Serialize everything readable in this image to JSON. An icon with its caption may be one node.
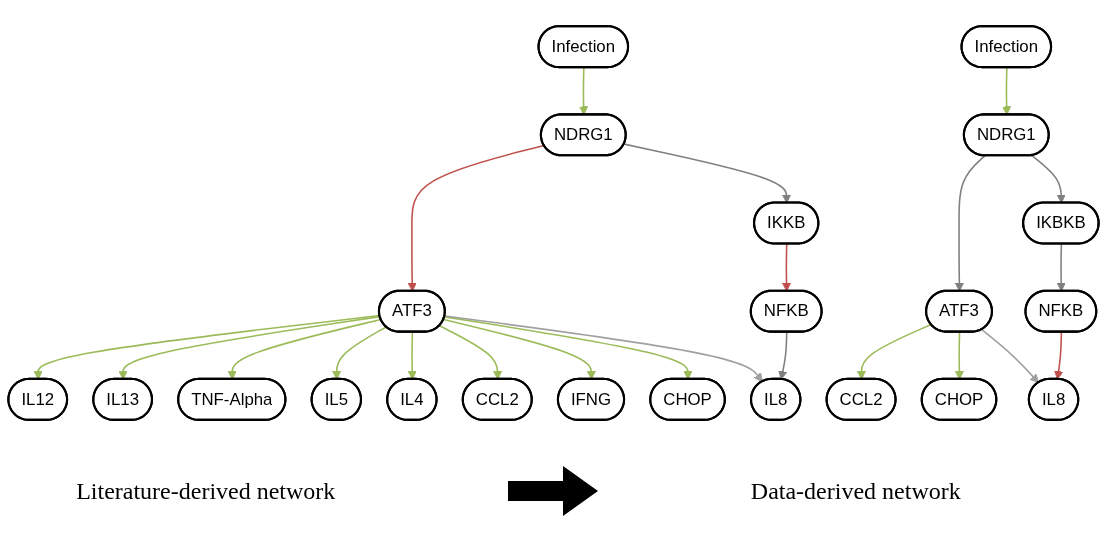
{
  "diagram": {
    "nodes": [
      {
        "text": [
          "Infection"
        ]
      },
      {
        "text": [
          "NDRG1"
        ]
      },
      {
        "text": [
          "ATF3"
        ]
      },
      {
        "text": [
          "IKKB"
        ]
      },
      {
        "text": [
          "NFKB"
        ]
      },
      {
        "text": [
          "IL8"
        ]
      },
      {
        "text": [
          "IL12"
        ]
      },
      {
        "text": [
          "IL13"
        ]
      },
      {
        "text": [
          "TNF-Alpha"
        ]
      },
      {
        "text": [
          "IL5"
        ]
      },
      {
        "text": [
          "IL4"
        ]
      },
      {
        "text": [
          "CCL2"
        ]
      },
      {
        "text": [
          "IFNG"
        ]
      },
      {
        "text": [
          "CHOP"
        ]
      },
      {
        "text": [
          "Infection"
        ]
      },
      {
        "text": [
          "NDRG1"
        ]
      },
      {
        "text": [
          "ATF3"
        ]
      },
      {
        "text": [
          "IKBKB"
        ]
      },
      {
        "text": [
          "CCL2"
        ]
      },
      {
        "text": [
          "CHOP"
        ]
      },
      {
        "text": [
          "IL8"
        ]
      },
      {
        "text": [
          "NFKB"
        ]
      }
    ],
    "edges": [
      {
        "from": 0,
        "to": 1,
        "arrow": "to"
      },
      {
        "from": 1,
        "to": 2,
        "arrow": "to",
        "color": "#c0504d"
      },
      {
        "from": 1,
        "to": 3,
        "arrow": "to",
        "color": "#808080"
      },
      {
        "from": 3,
        "to": 4,
        "arrow": "to",
        "color": "#c0504d"
      },
      {
        "from": 4,
        "to": 5,
        "arrow": "to",
        "color": "#808080"
      },
      {
        "from": 2,
        "to": 6,
        "arrow": "to"
      },
      {
        "from": 2,
        "to": 7,
        "arrow": "to"
      },
      {
        "from": 2,
        "to": 8,
        "arrow": "to"
      },
      {
        "from": 2,
        "to": 9,
        "arrow": "to"
      },
      {
        "from": 2,
        "to": 10,
        "arrow": "to"
      },
      {
        "from": 2,
        "to": 11,
        "arrow": "to"
      },
      {
        "from": 2,
        "to": 12,
        "arrow": "to"
      },
      {
        "from": 2,
        "to": 13,
        "arrow": "to"
      },
      {
        "from": 2,
        "to": 5,
        "arrow": "to",
        "color": "#a0a0a0"
      },
      {
        "from": 14,
        "to": 15,
        "arrow": "to"
      },
      {
        "from": 15,
        "to": 16,
        "arrow": "to",
        "color": "#808080"
      },
      {
        "from": 15,
        "to": 17,
        "arrow": "to",
        "color": "#808080"
      },
      {
        "from": 16,
        "to": 18,
        "arrow": "to"
      },
      {
        "from": 16,
        "to": 19,
        "arrow": "to"
      },
      {
        "from": 16,
        "to": 20,
        "arrow": "to",
        "color": "#a0a0a0"
      },
      {
        "from": 17,
        "to": 21,
        "arrow": "to",
        "color": "#808080"
      },
      {
        "from": 21,
        "to": 20,
        "arrow": "to",
        "color": "#c0504d"
      }
    ],
    "labels": [
      "Literature-derived network",
      "Data-derived network"
    ]
  }
}
